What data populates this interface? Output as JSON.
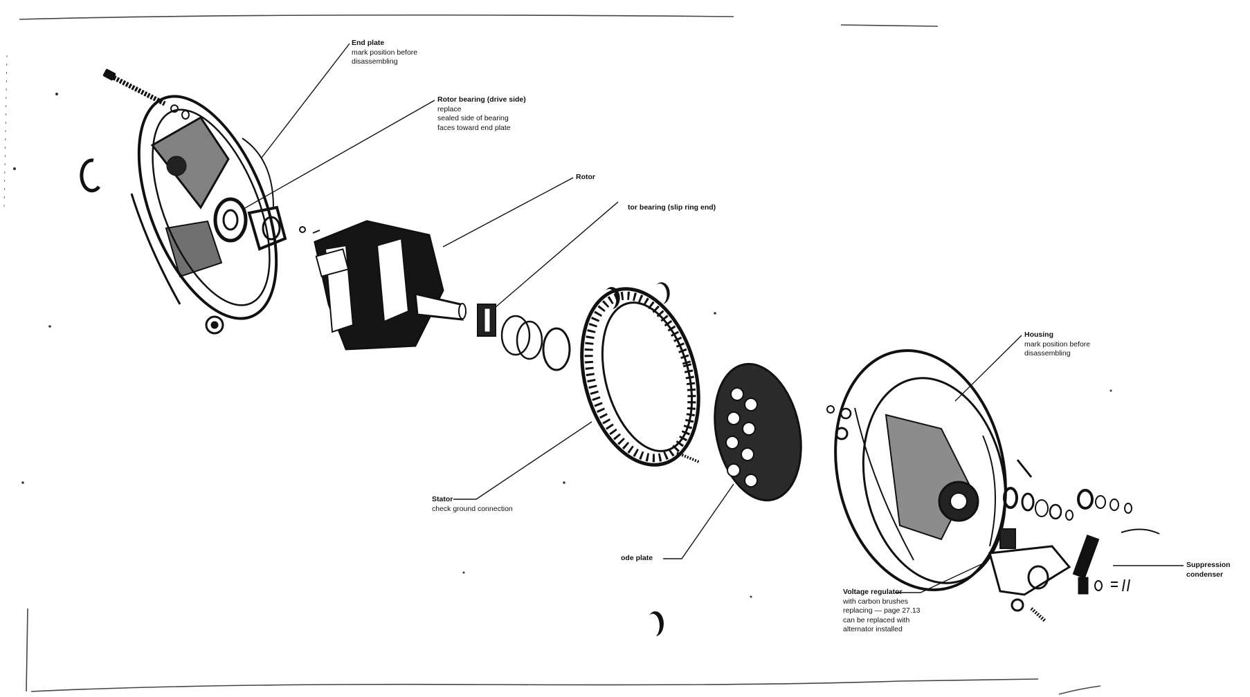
{
  "labels": {
    "end_plate": {
      "title": "End plate",
      "desc": [
        "mark position before",
        "disassembling"
      ]
    },
    "rotor_bearing_drive": {
      "title": "Rotor bearing (drive side)",
      "desc": [
        "replace",
        "sealed side of bearing",
        "faces toward end plate"
      ]
    },
    "rotor": {
      "title": "Rotor",
      "desc": []
    },
    "rotor_bearing_slip": {
      "title": "tor bearing (slip ring end)",
      "desc": []
    },
    "housing": {
      "title": "Housing",
      "desc": [
        "mark position before",
        "disassembling"
      ]
    },
    "stator": {
      "title": "Stator",
      "desc": [
        "check ground connection"
      ]
    },
    "diode_plate": {
      "title": "ode plate",
      "desc": []
    },
    "suppression": {
      "title": "Suppression",
      "desc": [
        "condenser"
      ]
    },
    "voltage_regulator": {
      "title": "Voltage regulator",
      "desc": [
        "with carbon brushes",
        "replacing — page 27.13",
        "can be replaced with",
        "alternator installed"
      ]
    }
  }
}
